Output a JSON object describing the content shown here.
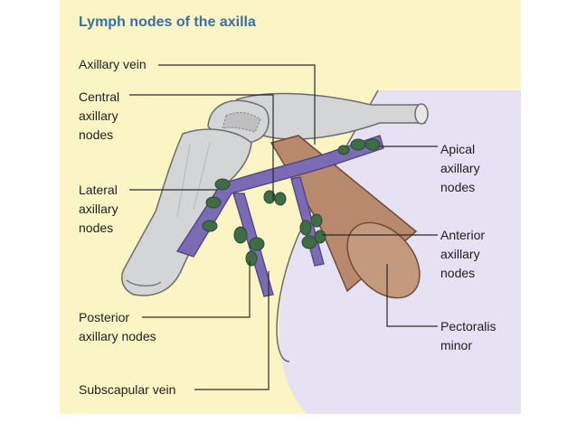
{
  "title": "Lymph nodes of the axilla",
  "labels": {
    "axillary_vein": "Axillary vein",
    "central": [
      "Central",
      "axillary",
      "nodes"
    ],
    "lateral": [
      "Lateral",
      "axillary",
      "nodes"
    ],
    "posterior": [
      "Posterior",
      "axillary nodes"
    ],
    "subscapular": "Subscapular vein",
    "apical": [
      "Apical",
      "axillary",
      "nodes"
    ],
    "anterior": [
      "Anterior",
      "axillary",
      "nodes"
    ],
    "pectoralis": [
      "Pectoralis",
      "minor"
    ]
  },
  "colors": {
    "background": "#fbf4c4",
    "title": "#3a6fa3",
    "vein": "#7b6bb5",
    "node": "#3f6b46",
    "muscle": "#b88a6e",
    "bone": "#cfd1d3",
    "chest_wall": "#e4e0f2"
  }
}
